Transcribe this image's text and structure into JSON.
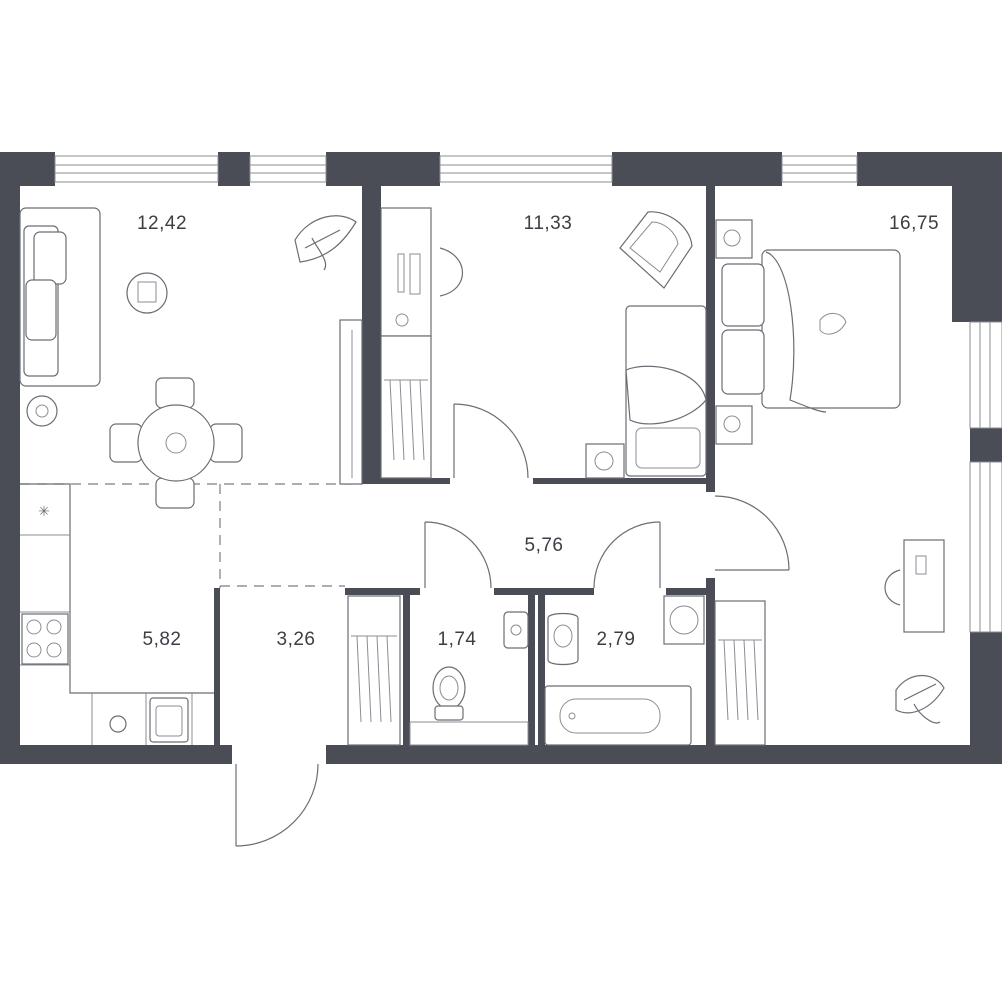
{
  "rooms": [
    {
      "id": "living-room",
      "area": "12,42"
    },
    {
      "id": "bedroom-1",
      "area": "11,33"
    },
    {
      "id": "bedroom-2",
      "area": "16,75"
    },
    {
      "id": "hall",
      "area": "5,76"
    },
    {
      "id": "kitchen",
      "area": "5,82"
    },
    {
      "id": "entry",
      "area": "3,26"
    },
    {
      "id": "toilet",
      "area": "1,74"
    },
    {
      "id": "bathroom",
      "area": "2,79"
    }
  ],
  "colors": {
    "wall": "#4a4d55",
    "line": "#6a6d73",
    "text": "#3b3e44"
  },
  "icons": [
    "plant-icon",
    "armchair-icon",
    "bed-icon",
    "dining-table-icon",
    "sofa-icon",
    "bathtub-icon",
    "toilet-icon",
    "sink-icon",
    "stove-icon",
    "washing-machine-icon",
    "wardrobe-icon",
    "desk-icon"
  ]
}
